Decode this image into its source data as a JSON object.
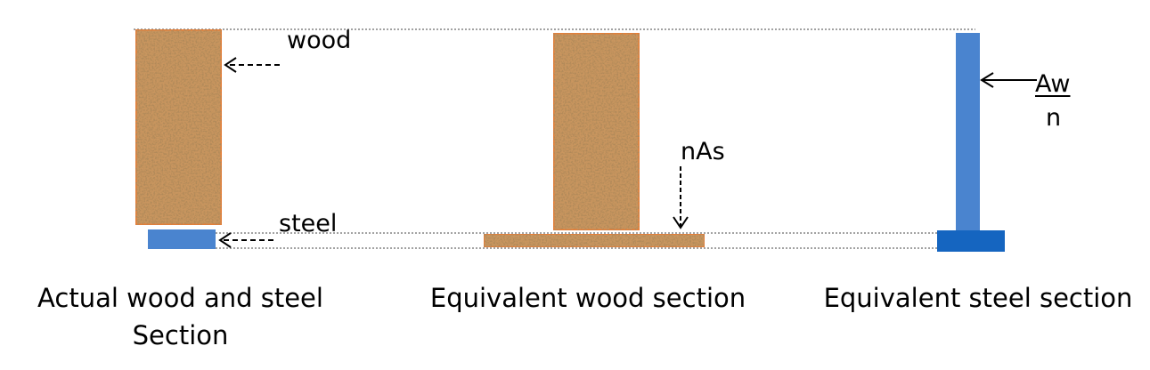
{
  "labels": {
    "wood": "wood",
    "steel": "steel",
    "nas": "nAs",
    "aw": "Aw",
    "n": "n"
  },
  "captions": {
    "actual_line1": "Actual wood and steel",
    "actual_line2": "Section",
    "equivalent_wood": "Equivalent wood section",
    "equivalent_steel": "Equivalent steel section"
  },
  "colors": {
    "wood_fill": "#c8955f",
    "wood_border": "#ed7d31",
    "steel_fill": "#4a84cf",
    "steel_dark": "#1565c0",
    "guide_line": "#444444"
  }
}
